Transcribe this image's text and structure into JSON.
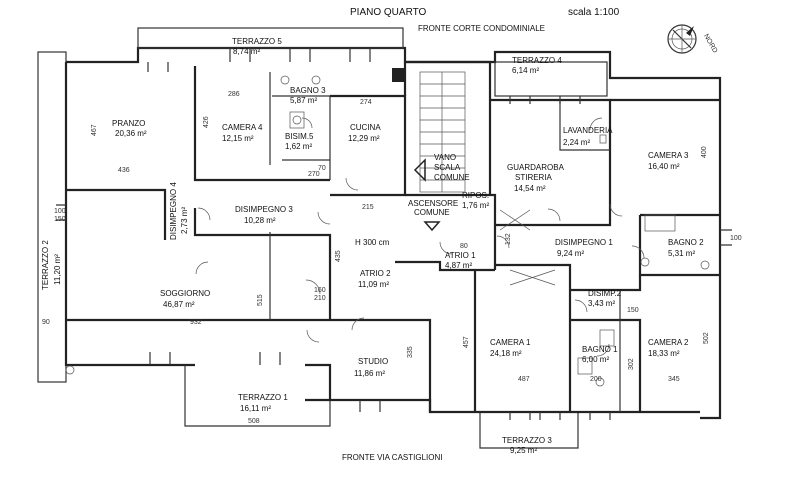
{
  "header": {
    "title": "PIANO QUARTO",
    "scale": "scala 1:100",
    "north": "NORD",
    "front_top": "FRONTE CORTE CONDOMINIALE",
    "front_bottom": "FRONTE VIA CASTIGLIONI"
  },
  "rooms": {
    "terrazzo5": {
      "name": "TERRAZZO 5",
      "area": "8,74 m²"
    },
    "terrazzo4": {
      "name": "TERRAZZO 4",
      "area": "6,14 m²"
    },
    "terrazzo2": {
      "name": "TERRAZZO 2",
      "area": "11,20 m²"
    },
    "terrazzo1": {
      "name": "TERRAZZO 1",
      "area": "16,11 m²"
    },
    "terrazzo3": {
      "name": "TERRAZZO 3",
      "area": "9,25 m²"
    },
    "pranzo": {
      "name": "PRANZO",
      "area": "20,36 m²"
    },
    "camera4": {
      "name": "CAMERA 4",
      "area": "12,15 m²"
    },
    "bagno3": {
      "name": "BAGNO 3",
      "area": "5,87 m²"
    },
    "bisim5": {
      "name": "BISIM.5",
      "area": "1,62 m²"
    },
    "cucina": {
      "name": "CUCINA",
      "area": "12,29 m²"
    },
    "vano_scala": {
      "l1": "VANO",
      "l2": "SCALA",
      "l3": "COMUNE"
    },
    "ascensore": {
      "l1": "ASCENSORE",
      "l2": "COMUNE"
    },
    "ripos": {
      "name": "RIPOS.",
      "area": "1,76 m²"
    },
    "guardaroba": {
      "l1": "GUARDAROBA",
      "l2": "STIRERIA",
      "area": "14,54 m²"
    },
    "lavanderia": {
      "name": "LAVANDERIA",
      "area": "2,24 m²"
    },
    "camera3": {
      "name": "CAMERA 3",
      "area": "16,40 m²"
    },
    "disimpegno4": {
      "name": "DISIMPEGNO 4",
      "area": "2,73 m²"
    },
    "disimpegno3": {
      "name": "DISIMPEGNO 3",
      "area": "10,28 m²"
    },
    "altezza": "H 300 cm",
    "atrio1": {
      "name": "ATRIO 1",
      "area": "4,87 m²"
    },
    "disimpegno1": {
      "name": "DISIMPEGNO 1",
      "area": "9,24 m²"
    },
    "bagno2": {
      "name": "BAGNO 2",
      "area": "5,31 m²"
    },
    "atrio2": {
      "name": "ATRIO 2",
      "area": "11,09 m²"
    },
    "soggiorno": {
      "name": "SOGGIORNO",
      "area": "46,87 m²"
    },
    "disimp2": {
      "name": "DISIMP.2",
      "area": "3,43 m²"
    },
    "camera1": {
      "name": "CAMERA 1",
      "area": "24,18 m²"
    },
    "bagno1": {
      "name": "BAGNO 1",
      "area": "6,00 m²"
    },
    "camera2": {
      "name": "CAMERA 2",
      "area": "18,33 m²"
    },
    "studio": {
      "name": "STUDIO",
      "area": "11,86 m²"
    }
  },
  "dims": {
    "d286": "286",
    "d274": "274",
    "d467": "467",
    "d426": "426",
    "d436": "436",
    "d215": "215",
    "d435": "435",
    "d515": "515",
    "d932": "932",
    "d90": "90",
    "d100a": "100",
    "d100b": "100",
    "d150a": "150",
    "d150b": "150",
    "d335": "335",
    "d457": "457",
    "d487": "487",
    "d508": "508",
    "d400": "400",
    "d502": "502",
    "d302": "302",
    "d345": "345",
    "d200": "200",
    "d132": "132",
    "d160": "160",
    "d210": "210",
    "d80": "80",
    "d70": "70",
    "d270": "270"
  }
}
